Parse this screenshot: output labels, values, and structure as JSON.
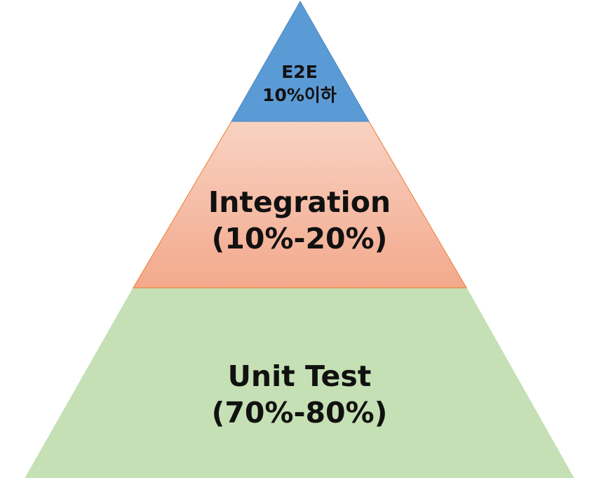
{
  "pyramid": {
    "tiers": [
      {
        "key": "e2e",
        "line1": "E2E",
        "line2": "10%이하",
        "fill": "#5b9bd5",
        "stroke": "#4a86c0"
      },
      {
        "key": "integration",
        "line1": "Integration",
        "line2": "(10%-20%)",
        "fill_top": "#f8d2c2",
        "fill_bottom": "#f3a98c",
        "stroke": "#ed7d31"
      },
      {
        "key": "unit",
        "line1": "Unit Test",
        "line2": "(70%-80%)",
        "fill": "#c5e0b4",
        "stroke": "#c5e0b4"
      }
    ]
  }
}
